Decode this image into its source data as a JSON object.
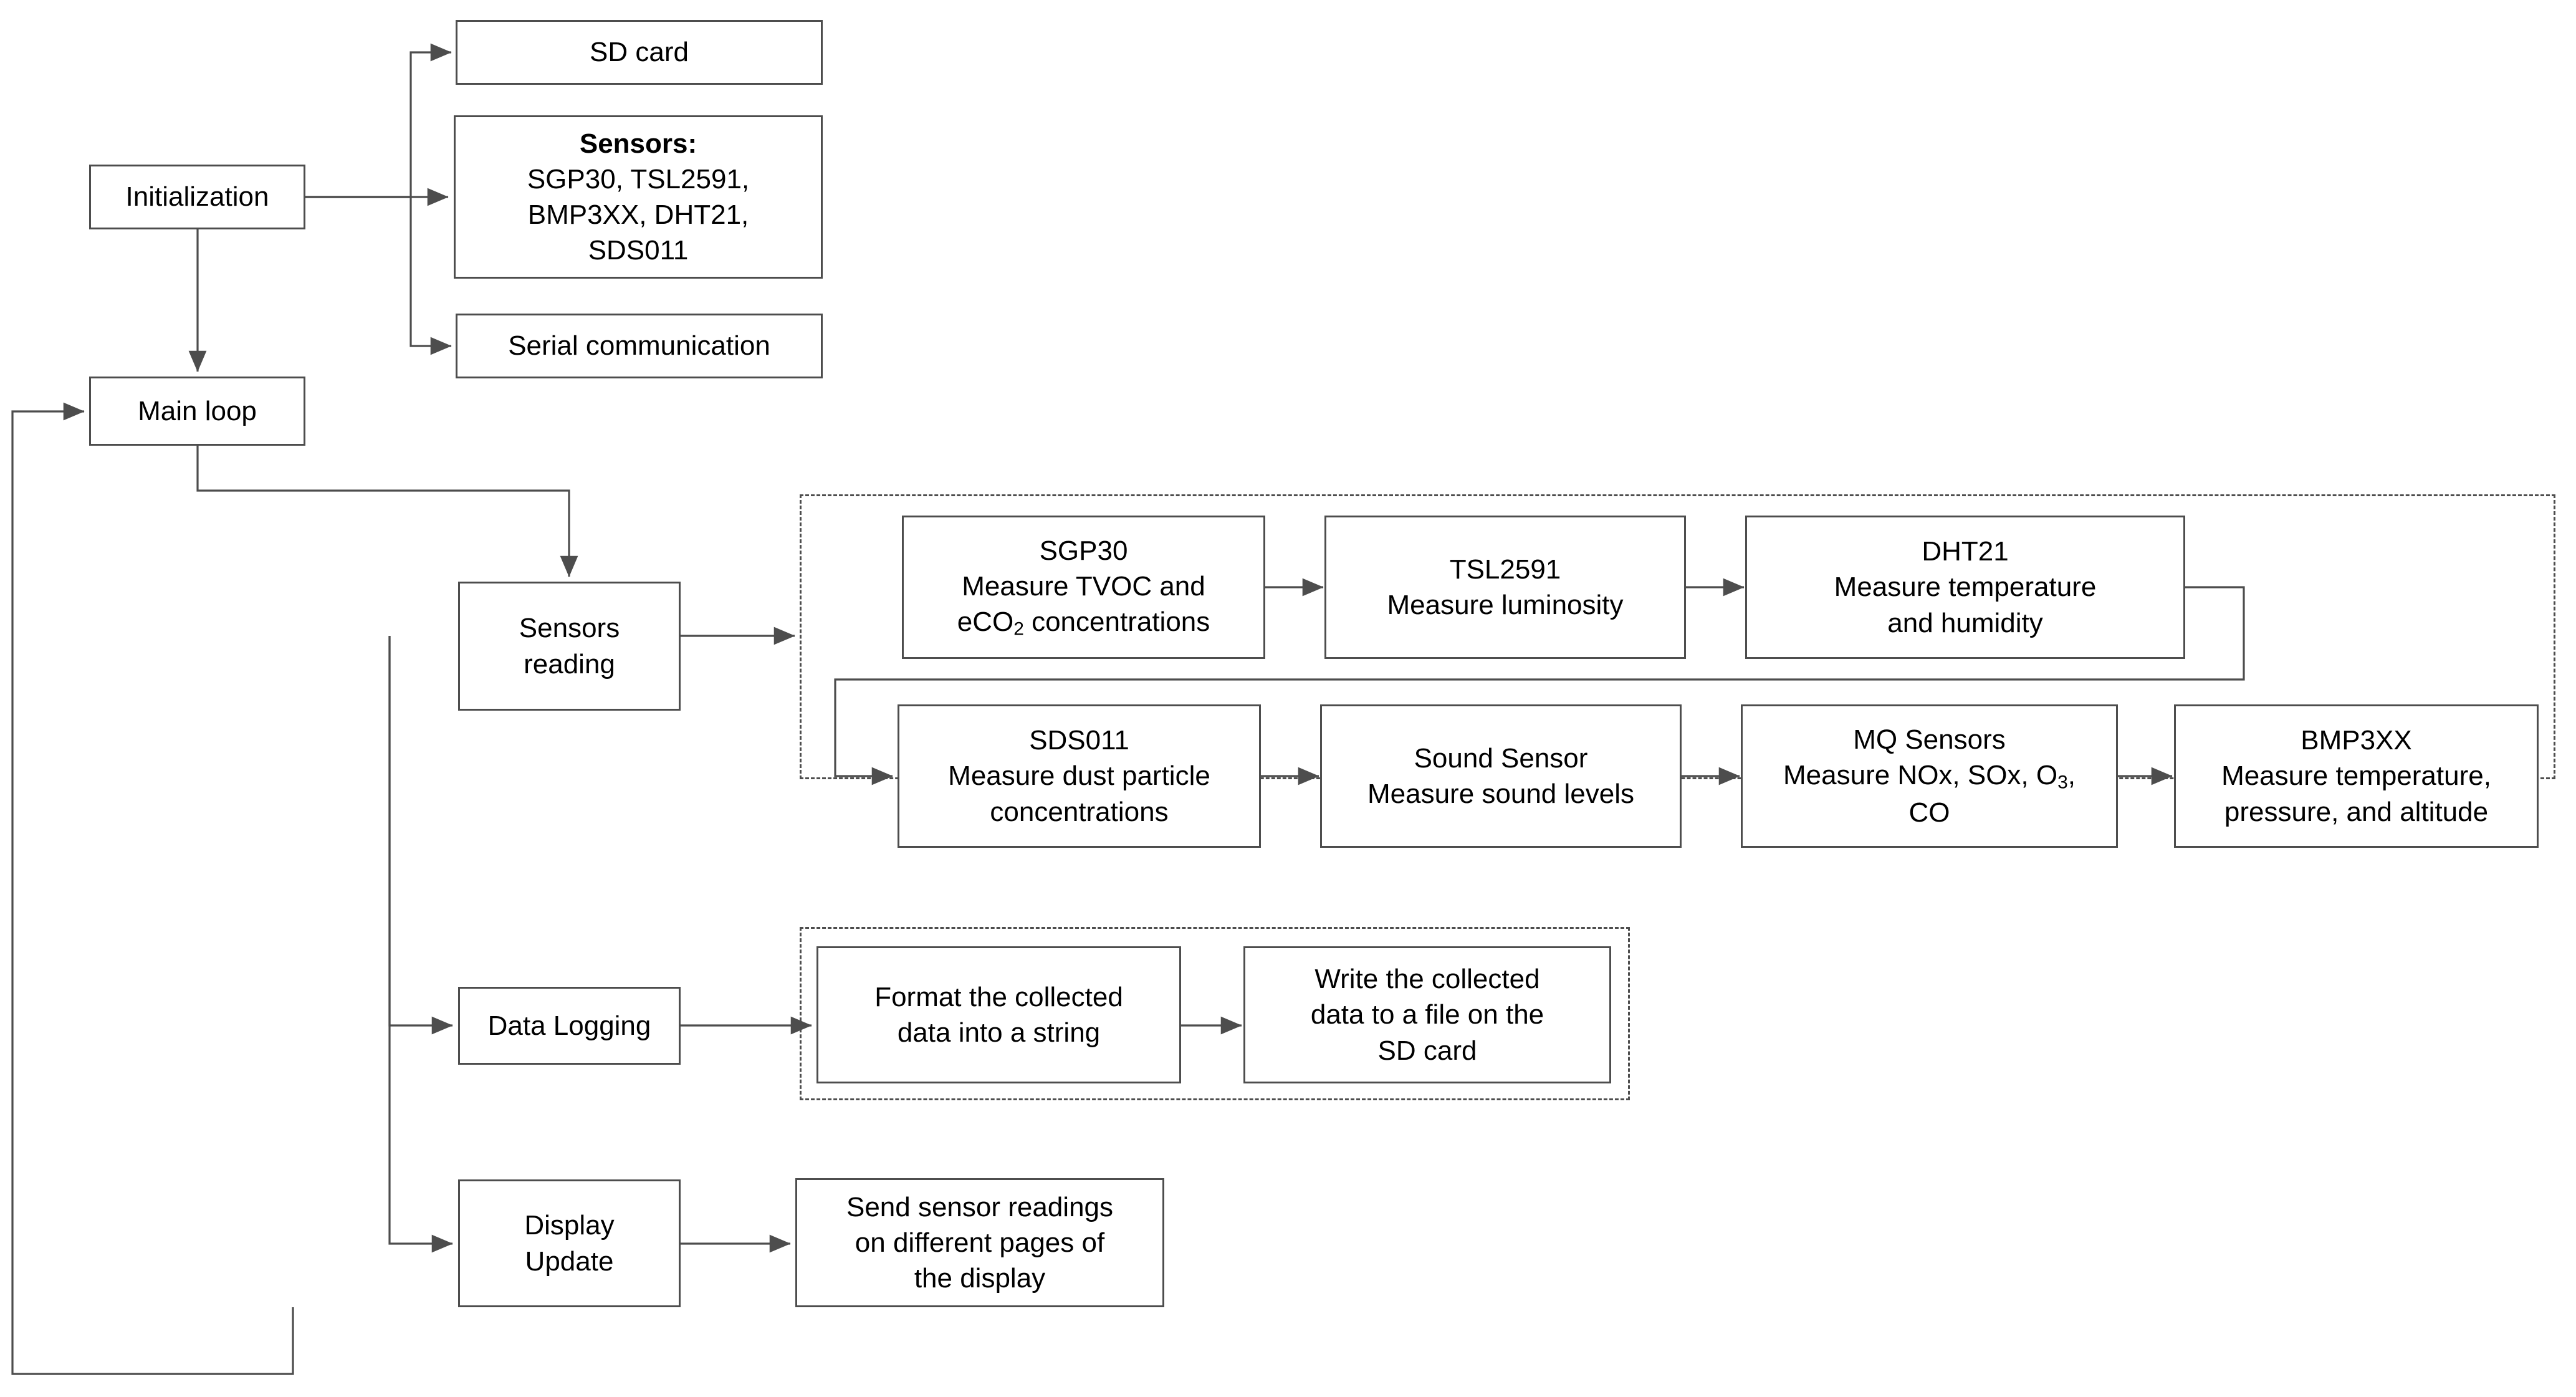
{
  "diagram": {
    "title": "Embedded air-quality logger firmware flowchart",
    "line_color": "#4d4d4d",
    "text_color": "#000000",
    "background": "#ffffff"
  },
  "nodes": {
    "initialization": {
      "label": "Initialization"
    },
    "sd_card": {
      "label": "SD card"
    },
    "sensors_init": {
      "line1": "Sensors:",
      "line2": "SGP30, TSL2591,",
      "line3": "BMP3XX, DHT21,",
      "line4": "SDS011"
    },
    "serial_communication": {
      "label": "Serial communication"
    },
    "main_loop": {
      "label": "Main loop"
    },
    "sensors_reading": {
      "line1": "Sensors",
      "line2": "reading"
    },
    "data_logging": {
      "label": "Data Logging"
    },
    "display_update": {
      "line1": "Display",
      "line2": "Update"
    },
    "sgp30": {
      "line1": "SGP30",
      "line2": "Measure TVOC and",
      "line3_pre": "eCO",
      "line3_sub": "2",
      "line3_post": " concentrations"
    },
    "tsl2591": {
      "line1": "TSL2591",
      "line2": "Measure luminosity"
    },
    "dht21": {
      "line1": "DHT21",
      "line2": "Measure temperature",
      "line3": "and humidity"
    },
    "sds011": {
      "line1": "SDS011",
      "line2": "Measure dust particle",
      "line3": "concentrations"
    },
    "sound_sensor": {
      "line1": "Sound Sensor",
      "line2": "Measure sound levels"
    },
    "mq_sensors": {
      "line1": "MQ Sensors",
      "line2_pre": "Measure NOx, SOx, O",
      "line2_sub": "3",
      "line2_post": ",",
      "line3": "CO"
    },
    "bmp3xx": {
      "line1": "BMP3XX",
      "line2": "Measure temperature,",
      "line3": "pressure, and altitude"
    },
    "format_data": {
      "line1": "Format the collected",
      "line2": "data into a string"
    },
    "write_data": {
      "line1": "Write the collected",
      "line2": "data to a file on the",
      "line3": "SD card"
    },
    "send_readings": {
      "line1": "Send sensor readings",
      "line2": "on different pages of",
      "line3": "the display"
    }
  },
  "groups": {
    "sensors_reading_group": {
      "name": "sensors-reading-group"
    },
    "data_logging_group": {
      "name": "data-logging-group"
    }
  },
  "edges": [
    {
      "name": "initialization-to-sd-card"
    },
    {
      "name": "initialization-to-sensors-init"
    },
    {
      "name": "initialization-to-serial-communication"
    },
    {
      "name": "initialization-to-main-loop"
    },
    {
      "name": "main-loop-to-sensors-reading"
    },
    {
      "name": "main-loop-branch-to-data-logging"
    },
    {
      "name": "main-loop-branch-to-display-update"
    },
    {
      "name": "sensors-reading-to-group"
    },
    {
      "name": "sgp30-to-tsl2591"
    },
    {
      "name": "tsl2591-to-dht21"
    },
    {
      "name": "dht21-wrap-to-sds011"
    },
    {
      "name": "sds011-to-sound-sensor"
    },
    {
      "name": "sound-sensor-to-mq-sensors"
    },
    {
      "name": "mq-sensors-to-bmp3xx"
    },
    {
      "name": "data-logging-to-format-data"
    },
    {
      "name": "format-data-to-write-data"
    },
    {
      "name": "display-update-to-send-readings"
    },
    {
      "name": "display-update-loop-back-to-main-loop"
    }
  ]
}
